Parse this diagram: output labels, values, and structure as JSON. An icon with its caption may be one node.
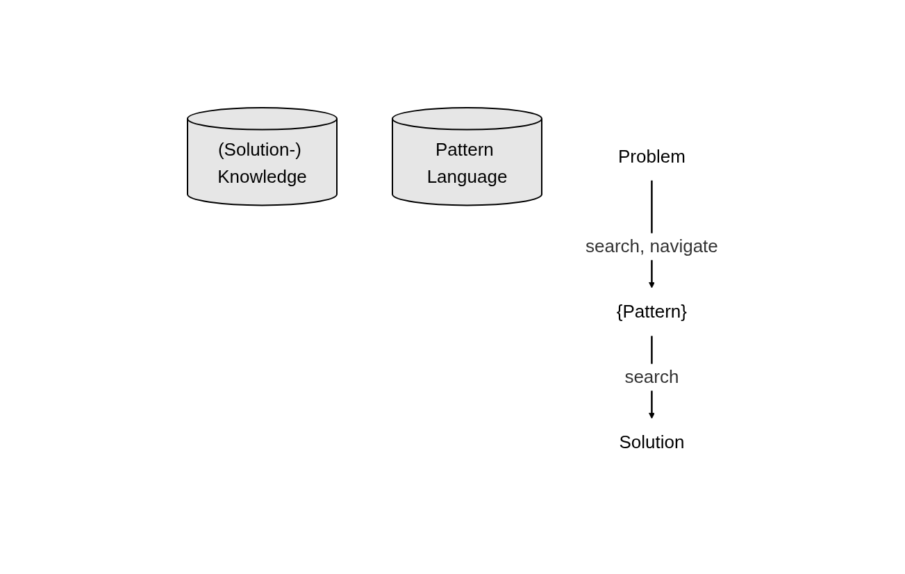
{
  "diagram": {
    "nodes": [
      {
        "text": [
          "(Solution-) Knowledge"
        ]
      },
      {
        "text": [
          "Pattern Language"
        ]
      },
      {
        "text": [
          "Problem"
        ]
      },
      {
        "text": [
          "{Pattern}"
        ]
      },
      {
        "text": [
          "Solution"
        ]
      }
    ],
    "edges": [
      {
        "from": 2,
        "to": 3,
        "arrow": "to",
        "label": "search, navigate"
      },
      {
        "from": 3,
        "to": 4,
        "arrow": "to",
        "label": "search"
      }
    ]
  }
}
